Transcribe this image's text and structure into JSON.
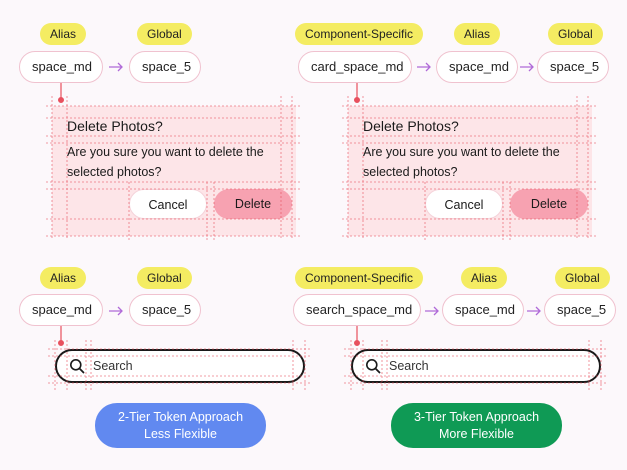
{
  "tiers": {
    "alias": "Alias",
    "global": "Global",
    "component": "Component-Specific"
  },
  "tokens": {
    "space_md": "space_md",
    "space_5": "space_5",
    "card_space_md": "card_space_md",
    "search_space_md": "search_space_md"
  },
  "dialog": {
    "title": "Delete Photos?",
    "body_line1": "Are you sure you want to delete the",
    "body_line2": "selected photos?",
    "cancel": "Cancel",
    "delete": "Delete"
  },
  "search": {
    "placeholder": "Search"
  },
  "approaches": {
    "two_tier": {
      "line1": "2-Tier Token Approach",
      "line2": "Less Flexible",
      "color": "#6189f0"
    },
    "three_tier": {
      "line1": "3-Tier Token Approach",
      "line2": "More Flexible",
      "color": "#0f9a55"
    }
  },
  "colors": {
    "tag": "#f4ec62",
    "pill_border": "#f0c2cf",
    "guide": "#e8505e",
    "dialog_bg": "#fde5e8",
    "delete_btn": "#f7a2b1",
    "arrow": "#b06ad8"
  }
}
